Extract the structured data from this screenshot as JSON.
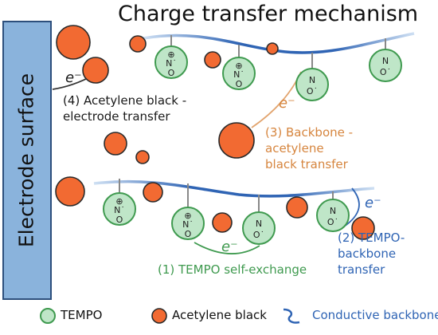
{
  "title": "Charge transfer mechanism",
  "electrode_label": "Electrode surface",
  "electron": "e⁻",
  "labels": {
    "step4_line1": "(4) Acetylene black -",
    "step4_line2": "electrode transfer",
    "step3_line1": "(3) Backbone -",
    "step3_line2": "acetylene",
    "step3_line3": "black transfer",
    "step1": "(1) TEMPO self-exchange",
    "step2_line1": "(2) TEMPO-",
    "step2_line2": "backbone",
    "step2_line3": "transfer"
  },
  "legend": {
    "tempo": "TEMPO",
    "acetylene": "Acetylene black",
    "backbone": "Conductive backbone"
  },
  "tempo_symbols": {
    "oxidized_top": "⊕",
    "oxidized_mid": "N˙",
    "oxidized_bottom": "O",
    "neutral_top": "N",
    "neutral_bottom": "O˙"
  },
  "colors": {
    "electrode_fill": "#8ab3dc",
    "electrode_border": "#2d4f7c",
    "acetylene_fill": "#f26a32",
    "acetylene_border": "#2a2a2a",
    "tempo_fill": "#bfe6c8",
    "tempo_border": "#3f9a4f",
    "backbone": "#2f64b4",
    "orange_text": "#d6853e",
    "green_text": "#3f9a4f",
    "blue_text": "#2f64b4"
  }
}
